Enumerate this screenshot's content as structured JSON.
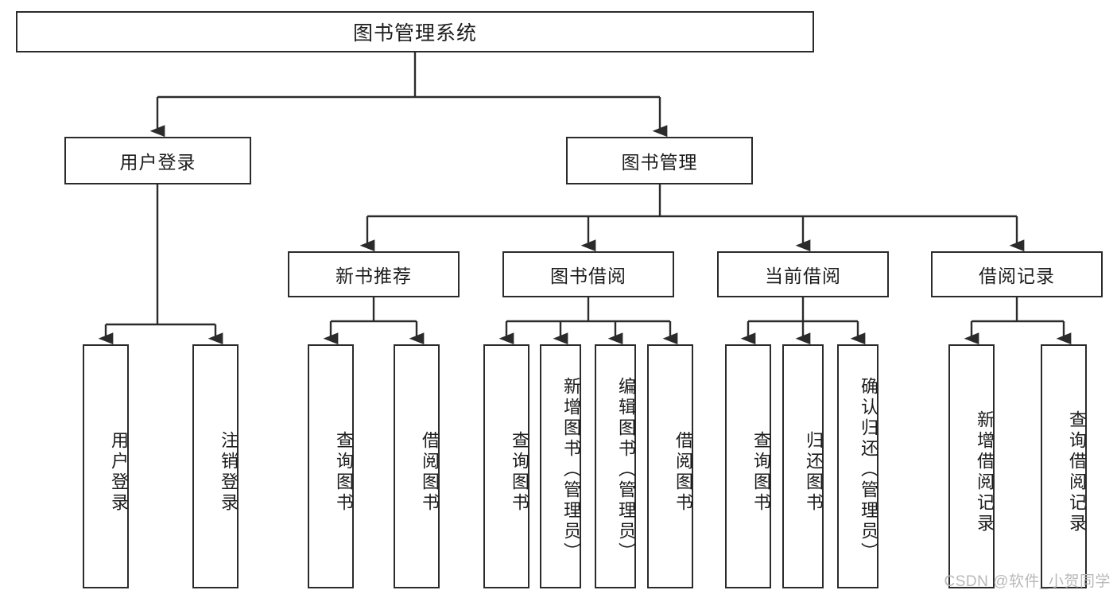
{
  "diagram": {
    "type": "hierarchy-tree",
    "title": "图书管理系统",
    "orientation": "top-down",
    "theme": {
      "background": "#ffffff",
      "box_border": "#2b2b2b",
      "box_fill": "#ffffff",
      "edge_color": "#2b2b2b",
      "text_color": "#1c1c1c",
      "watermark_color": "#b9b9b9"
    }
  },
  "root": {
    "label": "图书管理系统"
  },
  "tier1": [
    {
      "id": "user-login",
      "label": "用户登录"
    },
    {
      "id": "book-manage",
      "label": "图书管理"
    }
  ],
  "tier2": [
    {
      "id": "new-book-recommend",
      "label": "新书推荐"
    },
    {
      "id": "book-borrow",
      "label": "图书借阅"
    },
    {
      "id": "current-borrow",
      "label": "当前借阅"
    },
    {
      "id": "borrow-record",
      "label": "借阅记录"
    }
  ],
  "leaves": {
    "user_login": [
      {
        "id": "leaf-user-login",
        "label": "用户登录"
      },
      {
        "id": "leaf-user-logout",
        "label": "注销登录"
      }
    ],
    "new_book_recommend": [
      {
        "id": "leaf-query-book-1",
        "label": "查询图书"
      },
      {
        "id": "leaf-borrow-book-1",
        "label": "借阅图书"
      }
    ],
    "book_borrow": [
      {
        "id": "leaf-query-book-2",
        "label": "查询图书"
      },
      {
        "id": "leaf-add-book",
        "label": "新增图书（管理员）"
      },
      {
        "id": "leaf-edit-book",
        "label": "编辑图书（管理员）"
      },
      {
        "id": "leaf-borrow-book-2",
        "label": "借阅图书"
      }
    ],
    "current_borrow": [
      {
        "id": "leaf-query-book-3",
        "label": "查询图书"
      },
      {
        "id": "leaf-return-book",
        "label": "归还图书"
      },
      {
        "id": "leaf-confirm-return",
        "label": "确认归还（管理员）"
      }
    ],
    "borrow_record": [
      {
        "id": "leaf-add-record",
        "label": "新增借阅记录"
      },
      {
        "id": "leaf-query-record",
        "label": "查询借阅记录"
      }
    ]
  },
  "watermark": {
    "text": "CSDN @软件_小贺同学"
  }
}
